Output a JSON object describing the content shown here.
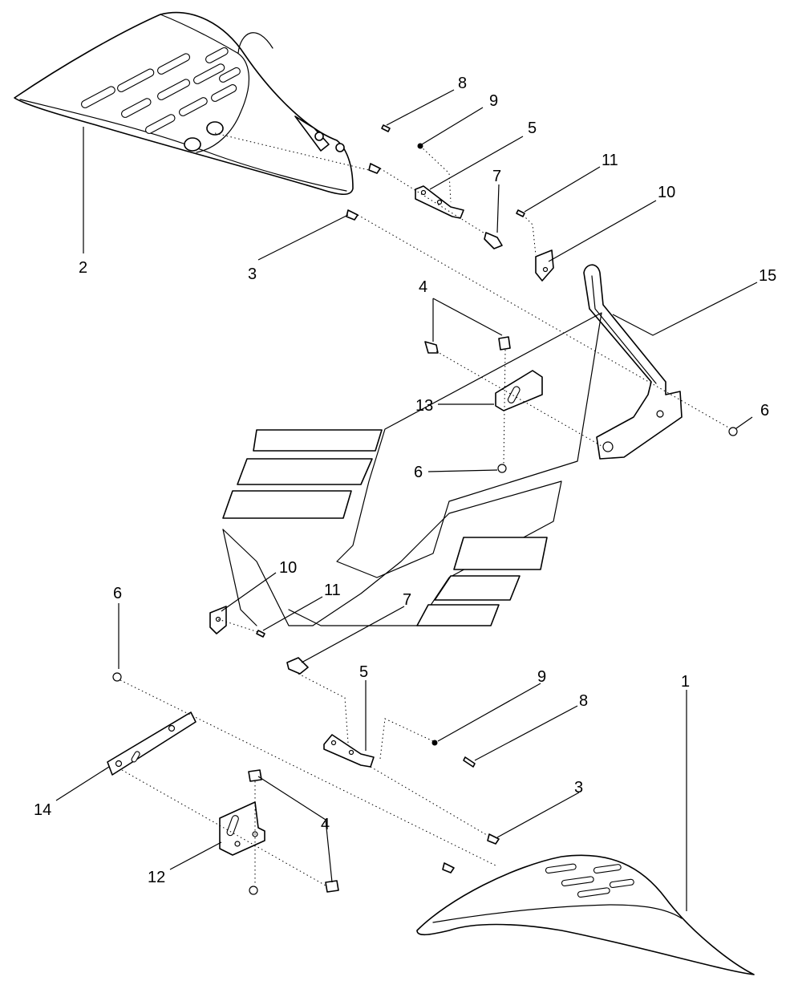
{
  "diagram": {
    "type": "exploded-parts-view",
    "callouts": {
      "c1": "1",
      "c2": "2",
      "c3a": "3",
      "c3b": "3",
      "c4a": "4",
      "c4b": "4",
      "c5a": "5",
      "c5b": "5",
      "c6a": "6",
      "c6b": "6",
      "c6c": "6",
      "c7a": "7",
      "c7b": "7",
      "c8a": "8",
      "c8b": "8",
      "c9a": "9",
      "c9b": "9",
      "c10a": "10",
      "c10b": "10",
      "c11a": "11",
      "c11b": "11",
      "c12": "12",
      "c13": "13",
      "c14": "14",
      "c15": "15"
    },
    "colors": {
      "ink": "#000000",
      "paper": "#ffffff"
    }
  }
}
